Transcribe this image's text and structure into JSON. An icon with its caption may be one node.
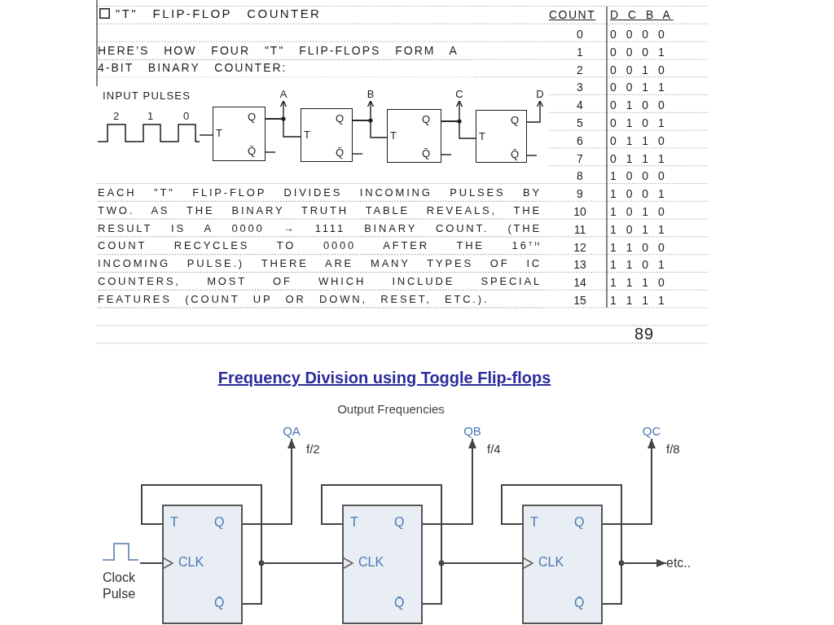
{
  "diagram": {
    "title": "\"T\" FLIP-FLOP COUNTER",
    "nodes": [
      {
        "text": [],
        "shape": "picture",
        "beside": [
          "INPUT PULSES",
          "2",
          "1",
          "0"
        ]
      },
      {
        "text": [
          "Q",
          "T",
          "Q̄"
        ]
      },
      {
        "text": [
          "Q",
          "T",
          "Q̄"
        ]
      },
      {
        "text": [
          "Q",
          "T",
          "Q̄"
        ]
      },
      {
        "text": [
          "Q",
          "T",
          "Q̄"
        ]
      },
      {
        "text": [
          "A"
        ]
      },
      {
        "text": [
          "B"
        ]
      },
      {
        "text": [
          "C"
        ]
      },
      {
        "text": [
          "D"
        ]
      },
      {
        "text": [
          "QA"
        ]
      },
      {
        "text": [
          "QB"
        ]
      },
      {
        "text": [
          "QC"
        ]
      },
      {
        "text": [
          "Clock Pulse"
        ]
      },
      {
        "text": [
          "T",
          "Q",
          "CLK",
          "Q̄"
        ]
      },
      {
        "text": [
          "T",
          "Q",
          "CLK",
          "Q̄"
        ]
      },
      {
        "text": [
          "T",
          "Q",
          "CLK",
          "Q̄"
        ]
      },
      {
        "text": [
          "etc.."
        ]
      }
    ],
    "edges": [
      {
        "from": 0,
        "to": 1,
        "arrow": "none"
      },
      {
        "from": 1,
        "to": 5,
        "arrow": "to"
      },
      {
        "from": 1,
        "to": 2,
        "arrow": "none"
      },
      {
        "from": 2,
        "to": 6,
        "arrow": "to"
      },
      {
        "from": 2,
        "to": 3,
        "arrow": "none"
      },
      {
        "from": 3,
        "to": 7,
        "arrow": "to"
      },
      {
        "from": 3,
        "to": 4,
        "arrow": "none"
      },
      {
        "from": 4,
        "to": 8,
        "arrow": "to"
      },
      {
        "from": 1,
        "to": null,
        "arrow": "none"
      },
      {
        "from": 2,
        "to": null,
        "arrow": "none"
      },
      {
        "from": 3,
        "to": null,
        "arrow": "none"
      },
      {
        "from": 4,
        "to": null,
        "arrow": "none"
      },
      {
        "from": 12,
        "to": 13,
        "arrow": "to"
      },
      {
        "from": 13,
        "to": 9,
        "arrow": "to",
        "label": "f/2"
      },
      {
        "from": 13,
        "to": 13,
        "arrow": "none"
      },
      {
        "from": 13,
        "to": 14,
        "arrow": "to"
      },
      {
        "from": 14,
        "to": 10,
        "arrow": "to",
        "label": "f/4"
      },
      {
        "from": 14,
        "to": 14,
        "arrow": "none"
      },
      {
        "from": 14,
        "to": 15,
        "arrow": "to"
      },
      {
        "from": 15,
        "to": 11,
        "arrow": "to",
        "label": "f/8"
      },
      {
        "from": 15,
        "to": 15,
        "arrow": "none"
      },
      {
        "from": 15,
        "to": 16,
        "arrow": "to"
      }
    ],
    "labels": [
      "HERE’S HOW FOUR \"T\" FLIP-FLOPS FORM A 4-BIT BINARY COUNTER:",
      "COUNT",
      "D C B A",
      "0",
      "0 0 0 0",
      "1",
      "0 0 0 1",
      "2",
      "0 0 1 0",
      "3",
      "0 0 1 1",
      "4",
      "0 1 0 0",
      "5",
      "0 1 0 1",
      "6",
      "0 1 1 0",
      "7",
      "0 1 1 1",
      "8",
      "1 0 0 0",
      "9",
      "1 0 0 1",
      "10",
      "1 0 1 0",
      "11",
      "1 0 1 1",
      "12",
      "1 1 0 0",
      "13",
      "1 1 0 1",
      "14",
      "1 1 1 0",
      "15",
      "1 1 1 1",
      "EACH \"T\" FLIP-FLOP DIVIDES INCOMING PULSES BY TWO. AS THE BINARY TRUTH TABLE REVEALS, THE RESULT IS A 0000 → 1111 BINARY COUNT. (THE COUNT RECYCLES TO 0000 AFTER THE 16$^{TH}$ INCOMING PULSE.) THERE ARE MANY TYPES OF IC COUNTERS, MOST OF WHICH INCLUDE SPECIAL FEATURES (COUNT UP OR DOWN, RESET, ETC.).",
      "89",
      "Frequency Division using Toggle Flip-flops",
      "Output Frequencies"
    ]
  }
}
